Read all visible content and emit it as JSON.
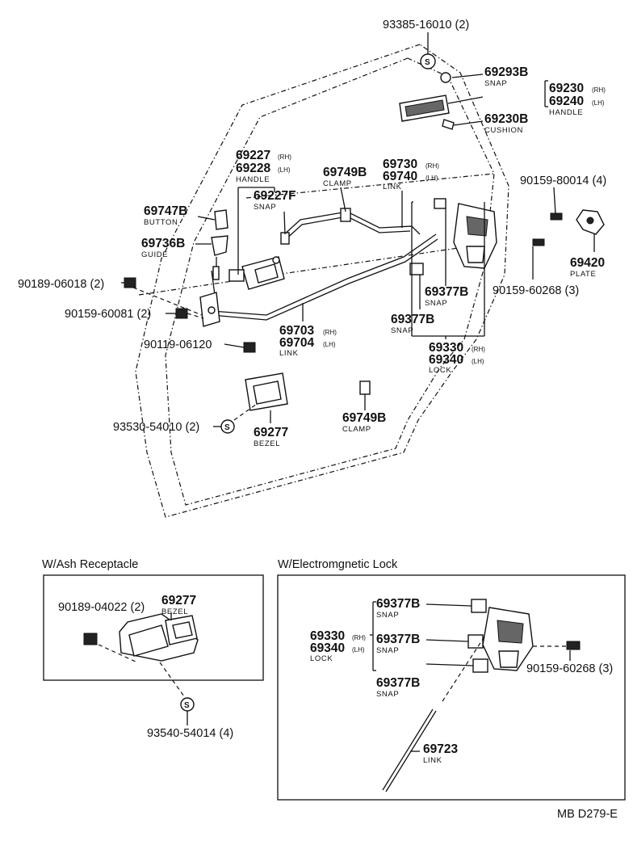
{
  "labels": {
    "p93385": "93385-16010 (2)",
    "p69293B": "69293B",
    "snap": "SNAP",
    "p69230": "69230",
    "rh": "(RH)",
    "lh": "(LH)",
    "p69240": "69240",
    "handle": "HANDLE",
    "p69230B": "69230B",
    "cushion": "CUSHION",
    "p69227": "69227",
    "p69228": "69228",
    "p69749B": "69749B",
    "clamp": "CLAMP",
    "p69730": "69730",
    "p69740": "69740",
    "link": "LINK",
    "p90159_80014": "90159-80014 (4)",
    "p69747B": "69747B",
    "button": "BUTTON",
    "p69227F": "69227F",
    "p69736B": "69736B",
    "guide": "GUIDE",
    "p69420": "69420",
    "plate": "PLATE",
    "p90189_06018": "90189-06018 (2)",
    "p90159_60268": "90159-60268 (3)",
    "p69377B": "69377B",
    "p90159_60081": "90159-60081 (2)",
    "p69703": "69703",
    "p69704": "69704",
    "p90119_06120": "90119-06120",
    "p69330": "69330",
    "p69340": "69340",
    "lock": "LOCK",
    "p93530": "93530-54010 (2)",
    "p69277": "69277",
    "bezel": "BEZEL",
    "ash_title": "W/Ash Receptacle",
    "p90189_04022": "90189-04022 (2)",
    "p93540": "93540-54014 (4)",
    "em_title": "W/Electromgnetic Lock",
    "p90159_60268_b": "90159-60268 (3)",
    "p69723": "69723",
    "code": "MB D279-E",
    "s_symbol": "S"
  }
}
